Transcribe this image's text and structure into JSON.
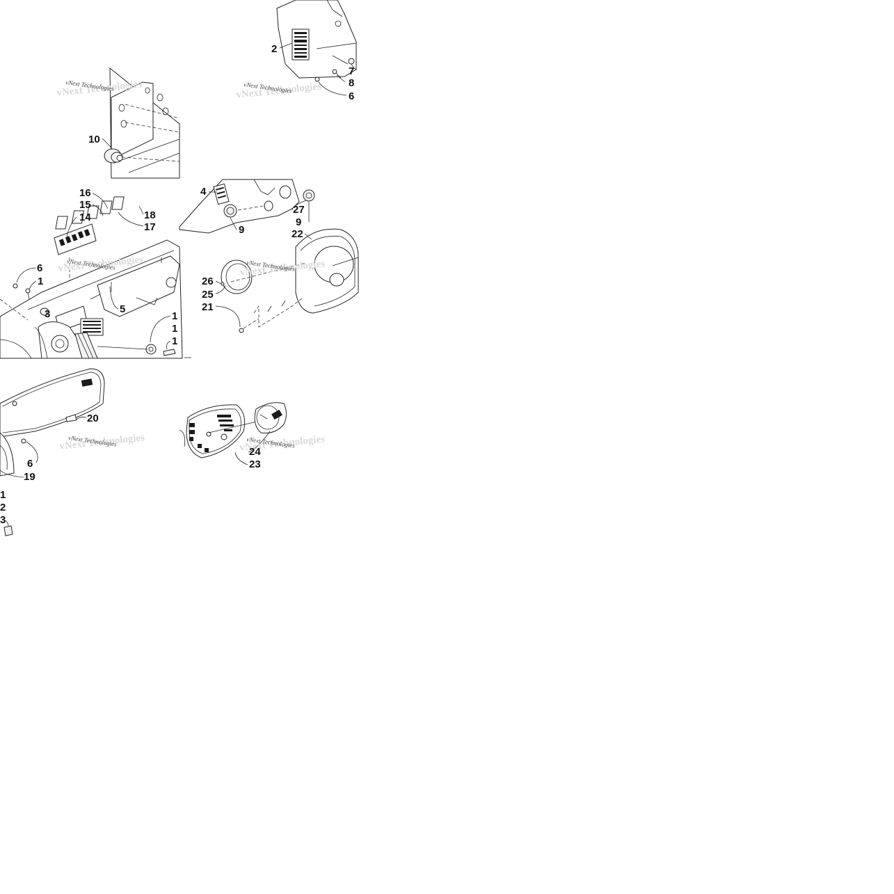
{
  "watermark": {
    "text": "vNext Technologies"
  },
  "callouts": {
    "p1": {
      "c10": "10"
    },
    "p2": {
      "c2": "2",
      "c7": "7",
      "c8": "8",
      "c6": "6"
    },
    "p3": {
      "c16": "16",
      "c15": "15",
      "c14": "14",
      "c18": "18",
      "c17": "17",
      "c6": "6",
      "c1a": "1",
      "c3": "3",
      "c5": "5",
      "c1b": "1",
      "c1c": "1",
      "c1d": "1"
    },
    "p4": {
      "c4": "4",
      "c27": "27",
      "c9a": "9",
      "c9b": "9",
      "c22": "22",
      "c26": "26",
      "c25": "25",
      "c21": "21"
    },
    "p5": {
      "c20": "20",
      "c6": "6",
      "c19": "19",
      "c1": "1",
      "c2": "2",
      "c3": "3"
    },
    "p6": {
      "c24": "24",
      "c23": "23"
    }
  }
}
